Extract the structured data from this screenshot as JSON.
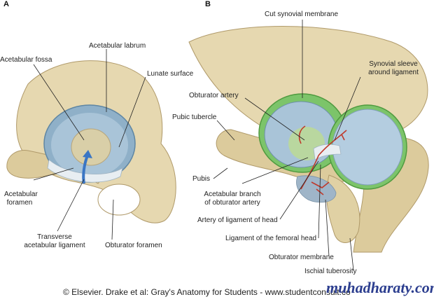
{
  "panels": {
    "a": "A",
    "b": "B"
  },
  "labels_a": {
    "acetabular_fossa": "Acetabular fossa",
    "acetabular_labrum": "Acetabular labrum",
    "lunate_surface": "Lunate surface",
    "acetabular_foramen_l1": "Acetabular",
    "acetabular_foramen_l2": "foramen",
    "transverse_l1": "Transverse",
    "transverse_l2": "acetabular ligament",
    "obturator_foramen": "Obturator foramen"
  },
  "labels_b": {
    "cut_synovial_membrane": "Cut synovial membrane",
    "synovial_sleeve_l1": "Synovial sleeve",
    "synovial_sleeve_l2": "around ligament",
    "obturator_artery": "Obturator artery",
    "pubic_tubercle": "Pubic tubercle",
    "pubis": "Pubis",
    "acetabular_branch_l1": "Acetabular branch",
    "acetabular_branch_l2": "of obturator artery",
    "artery_ligament_head": "Artery of ligament of head",
    "ligament_femoral_head": "Ligament of the femoral head",
    "obturator_membrane": "Obturator membrane",
    "ischial_tuberosity": "Ischial tuberosity"
  },
  "credit": "© Elsevier. Drake et al: Gray's Anatomy for Students - www.studentconsult.co",
  "watermark": "muhadharaty.com",
  "colors": {
    "bone": "#e6d8b0",
    "bone_shadow": "#c7b486",
    "cartilage": "#8fb0c8",
    "fossa": "#c9d3c8",
    "synovial": "#7cc46a",
    "artery": "#c0392b",
    "ligament": "#e8eef2"
  }
}
